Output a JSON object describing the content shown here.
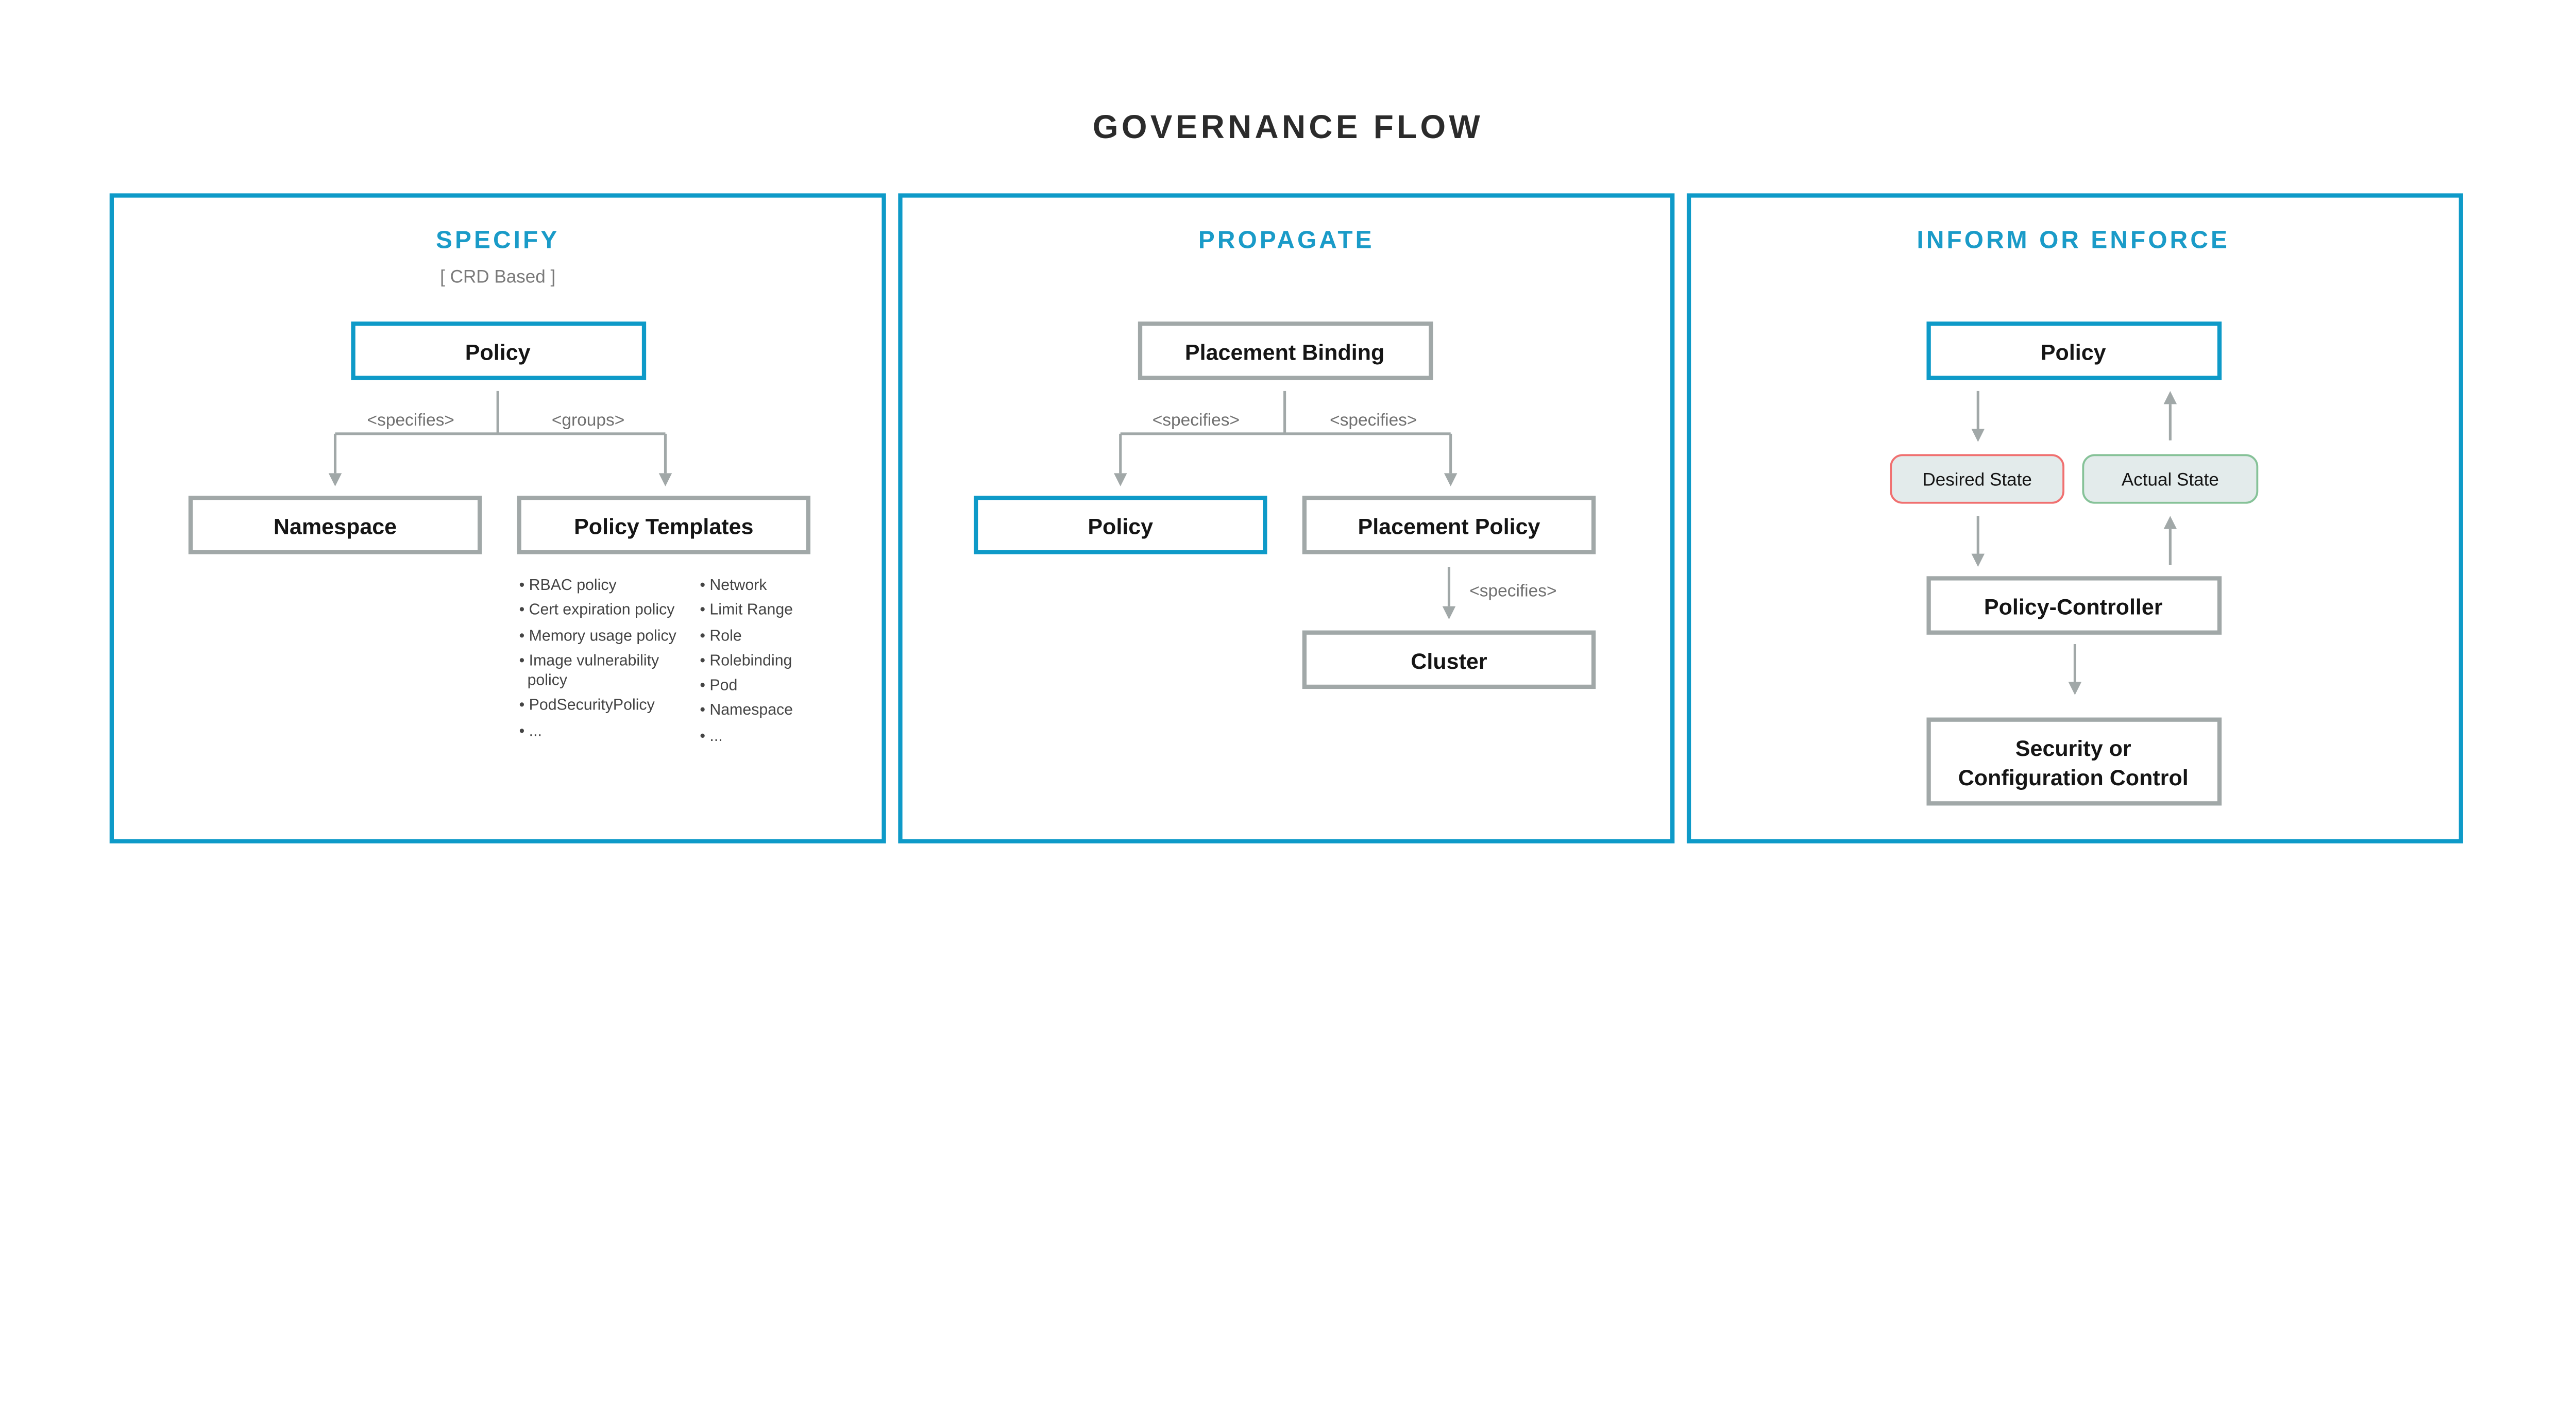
{
  "title": "GOVERNANCE FLOW",
  "colors": {
    "accent": "#0e9ac8",
    "box_gray": "#a1a8a8",
    "desired": "#f07070",
    "actual": "#86c298",
    "state_fill": "#e3ebeb"
  },
  "specify": {
    "heading": "SPECIFY",
    "subtitle": "[ CRD Based ]",
    "policy": "Policy",
    "specifies_label": "<specifies>",
    "groups_label": "<groups>",
    "namespace": "Namespace",
    "policy_templates": "Policy Templates",
    "templates_left": [
      "RBAC policy",
      "Cert expiration policy",
      "Memory usage policy",
      "Image vulnerability",
      "policy",
      "PodSecurityPolicy",
      "..."
    ],
    "templates_right": [
      "Network",
      "Limit Range",
      "Role",
      "Rolebinding",
      "Pod",
      "Namespace",
      "..."
    ]
  },
  "propagate": {
    "heading": "PROPAGATE",
    "placement_binding": "Placement Binding",
    "specifies_left": "<specifies>",
    "specifies_right": "<specifies>",
    "policy": "Policy",
    "placement_policy": "Placement Policy",
    "specifies_cluster": "<specifies>",
    "cluster": "Cluster"
  },
  "inform": {
    "heading": "INFORM OR ENFORCE",
    "policy": "Policy",
    "desired_state": "Desired State",
    "actual_state": "Actual State",
    "policy_controller": "Policy-Controller",
    "security_line1": "Security or",
    "security_line2": "Configuration Control"
  }
}
